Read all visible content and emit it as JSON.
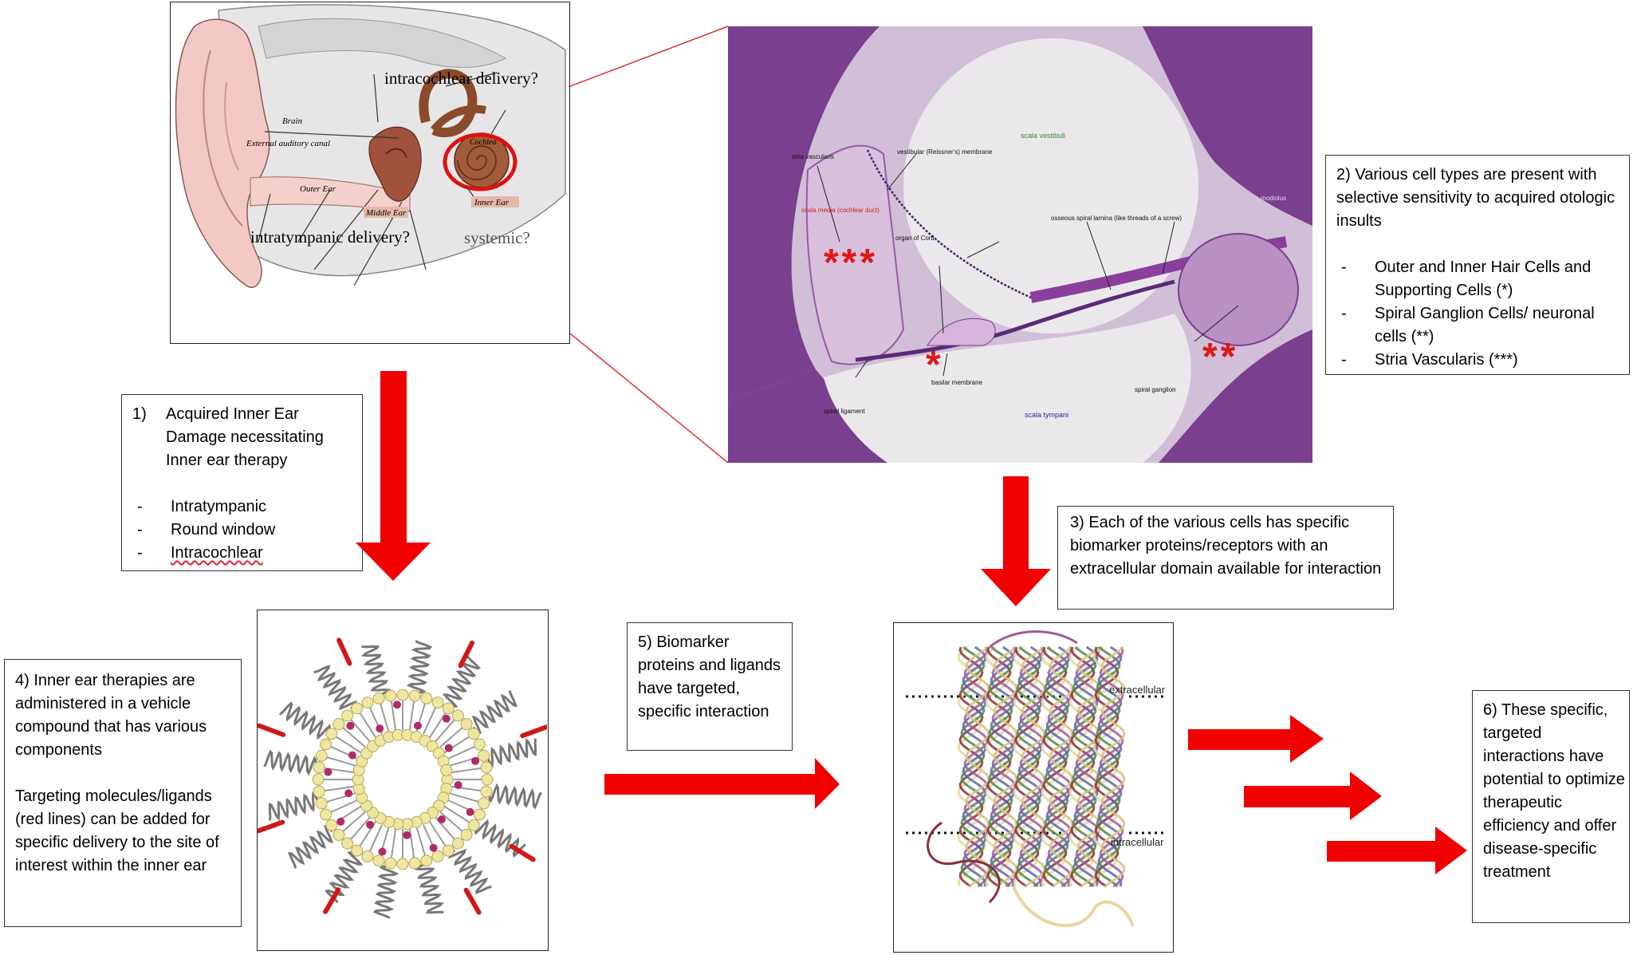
{
  "ear_figure": {
    "labels": {
      "brain": "Brain",
      "intracochlear": "intracochlear delivery?",
      "external_canal": "External auditory canal",
      "cochlea": "Cochlea",
      "outer_ear": "Outer Ear",
      "middle_ear": "Middle Ear",
      "inner_ear": "Inner Ear",
      "intratympanic": "intratympanic delivery?",
      "systemic": "systemic?"
    }
  },
  "histology": {
    "labels": {
      "scala_vestibuli": "scala vestibuli",
      "stria_vascularis": "stria vascularis",
      "vestibular_membrane": "vestibular (Reissner's) membrane",
      "scala_media": "scala media (cochlear duct)",
      "organ_of_corti": "organ of Corti",
      "osseous_lamina": "osseous spiral lamina (like threads of a screw)",
      "modiolus": "modiolus",
      "basilar_membrane": "basilar membrane",
      "spiral_ligament": "spiral ligament",
      "spiral_ganglion": "spiral ganglion",
      "scala_tympani": "scala tympani"
    },
    "markers": {
      "stria": "***",
      "corti": "*",
      "ganglion": "**"
    }
  },
  "box1": {
    "item": "1)",
    "title_lines": [
      "Acquired Inner Ear",
      "Damage necessitating",
      "Inner ear therapy"
    ],
    "routes": [
      "Intratympanic",
      "Round window",
      "Intracochlear"
    ]
  },
  "box2": {
    "intro": "2) Various cell types are present with selective sensitivity to acquired otologic insults",
    "items": [
      "Outer and Inner Hair Cells and Supporting Cells (*)",
      "Spiral Ganglion Cells/ neuronal cells (**)",
      "Stria Vascularis (***)"
    ]
  },
  "box3": {
    "text": "3) Each of the various cells has specific biomarker proteins/receptors with an extracellular domain available for interaction"
  },
  "box4": {
    "p1": "4) Inner ear therapies are administered in a vehicle compound that has various components",
    "p2": "Targeting molecules/ligands (red lines) can be added for specific delivery to the site of interest within the inner ear"
  },
  "box5": {
    "text": "5) Biomarker proteins and ligands have targeted, specific interaction"
  },
  "box6": {
    "text": "6) These specific, targeted interactions have potential to optimize therapeutic efficiency and offer disease-specific treatment"
  },
  "protein_figure": {
    "extracellular": "extracellular",
    "intracellular": "intracellular"
  },
  "colors": {
    "arrow": "#f00000",
    "histology": "#8a3f9c",
    "background": "#ffffff"
  }
}
